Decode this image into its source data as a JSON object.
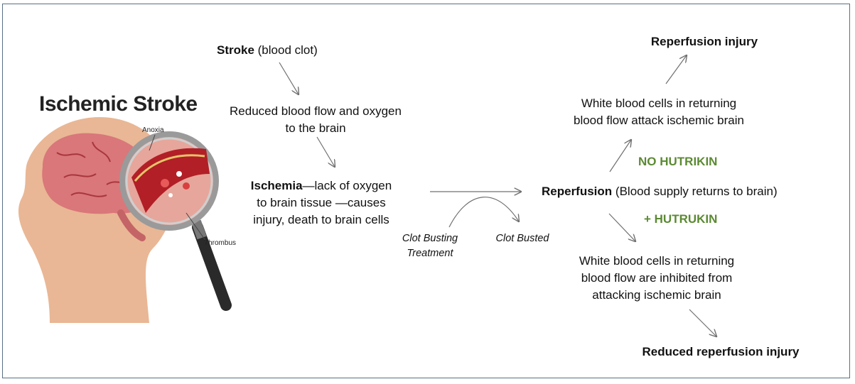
{
  "illustration": {
    "title": "Ischemic Stroke",
    "labels": {
      "anoxia": "Anoxia",
      "thrombus": "Thrombus"
    }
  },
  "flow": {
    "stroke": {
      "bold": "Stroke",
      "rest": " (blood clot)"
    },
    "reduced_flow": [
      "Reduced blood flow and oxygen",
      "to the brain"
    ],
    "ischemia": {
      "bold": "Ischemia",
      "line1_rest": "—lack of oxygen",
      "line2": "to brain tissue —causes",
      "line3": "injury, death to brain cells"
    },
    "clot_busting": [
      "Clot Busting",
      "Treatment"
    ],
    "clot_busted": "Clot Busted",
    "reperfusion": {
      "bold": "Reperfusion",
      "rest": " (Blood supply returns to brain)"
    },
    "no_hutrikin": "NO HUTRIKIN",
    "plus_hutrukin": "+ HUTRUKIN",
    "attack": [
      "White blood cells in returning",
      "blood flow attack ischemic brain"
    ],
    "inhibited": [
      "White blood cells in returning",
      "blood flow are inhibited from",
      "attacking ischemic brain"
    ],
    "reperfusion_injury": "Reperfusion injury",
    "reduced_injury": "Reduced reperfusion injury"
  },
  "colors": {
    "border": "#5a6f86",
    "accent_green": "#5b8a32",
    "arrow": "#707070"
  }
}
